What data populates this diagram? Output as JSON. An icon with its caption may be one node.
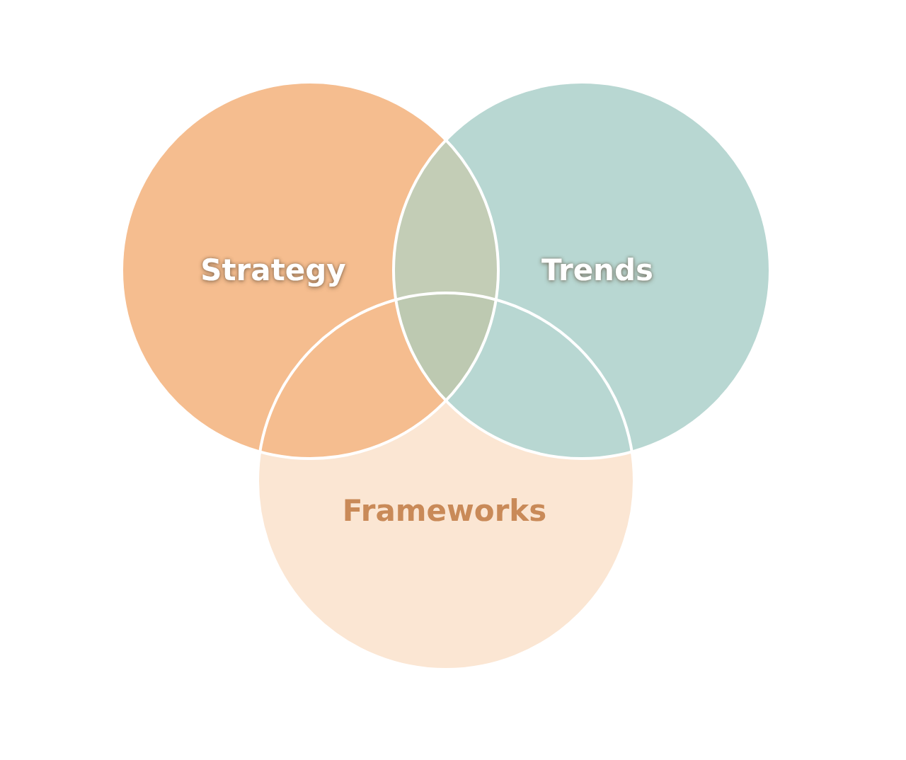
{
  "diagram": {
    "nodes": [
      {
        "text": [
          "Strategy"
        ]
      },
      {
        "text": [
          "Trends"
        ]
      },
      {
        "text": [
          "Frameworks"
        ]
      }
    ]
  }
}
